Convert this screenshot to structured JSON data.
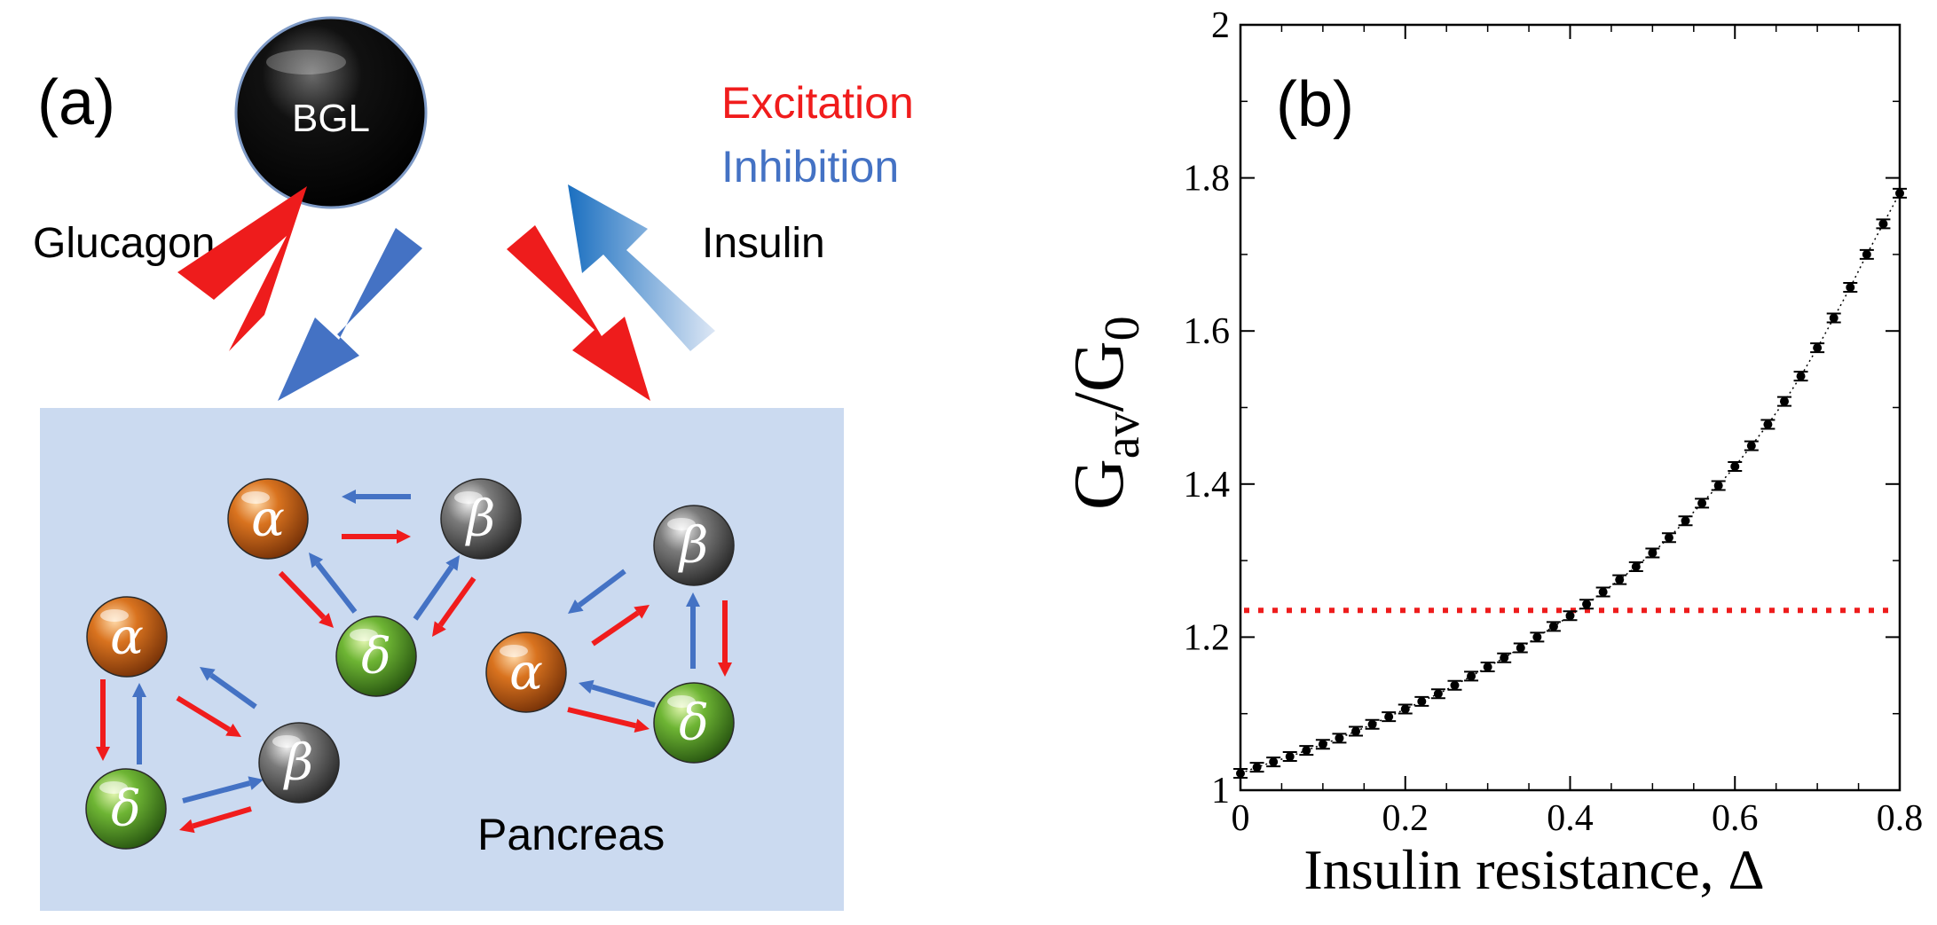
{
  "panel_a": {
    "label": "(a)",
    "bgl_label": "BGL",
    "legend": {
      "excitation": "Excitation",
      "inhibition": "Inhibition",
      "excitation_color": "#f01c1c",
      "inhibition_color": "#4472c4"
    },
    "hormones": {
      "left": "Glucagon",
      "right": "Insulin"
    },
    "pancreas_label": "Pancreas",
    "pancreas_bg_color": "#cbdaf0",
    "cells": [
      {
        "symbol": "α",
        "type": "alpha",
        "color": "#c25a14"
      },
      {
        "symbol": "β",
        "type": "beta",
        "color": "#6a6a6a"
      },
      {
        "symbol": "δ",
        "type": "delta",
        "color": "#5aa02c"
      },
      {
        "symbol": "α",
        "type": "alpha",
        "color": "#c25a14"
      },
      {
        "symbol": "δ",
        "type": "delta",
        "color": "#5aa02c"
      },
      {
        "symbol": "β",
        "type": "beta",
        "color": "#6a6a6a"
      },
      {
        "symbol": "β",
        "type": "beta",
        "color": "#6a6a6a"
      },
      {
        "symbol": "α",
        "type": "alpha",
        "color": "#c25a14"
      },
      {
        "symbol": "δ",
        "type": "delta",
        "color": "#5aa02c"
      }
    ]
  },
  "panel_b": {
    "label": "(b)",
    "xlabel": "Insulin resistance, Δ",
    "ylabel_main": "G",
    "ylabel_sub1": "av",
    "ylabel_mid": "/G",
    "ylabel_sub2": "0"
  },
  "chart_data": {
    "type": "scatter",
    "x": [
      0.0,
      0.02,
      0.04,
      0.06,
      0.08,
      0.1,
      0.12,
      0.14,
      0.16,
      0.18,
      0.2,
      0.22,
      0.24,
      0.26,
      0.28,
      0.3,
      0.32,
      0.34,
      0.36,
      0.38,
      0.4,
      0.42,
      0.44,
      0.46,
      0.48,
      0.5,
      0.52,
      0.54,
      0.56,
      0.58,
      0.6,
      0.62,
      0.64,
      0.66,
      0.68,
      0.7,
      0.72,
      0.74,
      0.76,
      0.78,
      0.8
    ],
    "series": [
      {
        "values": [
          1.022,
          1.03,
          1.037,
          1.044,
          1.052,
          1.06,
          1.068,
          1.077,
          1.086,
          1.096,
          1.106,
          1.116,
          1.126,
          1.137,
          1.149,
          1.161,
          1.173,
          1.186,
          1.2,
          1.214,
          1.228,
          1.243,
          1.259,
          1.275,
          1.292,
          1.31,
          1.33,
          1.352,
          1.375,
          1.398,
          1.423,
          1.45,
          1.478,
          1.508,
          1.541,
          1.578,
          1.617,
          1.657,
          1.7,
          1.74,
          1.78
        ],
        "color": "#000000"
      }
    ],
    "reference_line": {
      "y": 1.235,
      "color": "#ee1c1c",
      "style": "dotted"
    },
    "xlim": [
      0,
      0.8
    ],
    "ylim": [
      1,
      2
    ],
    "xticks": [
      0,
      0.2,
      0.4,
      0.6,
      0.8
    ],
    "xtick_labels": [
      "0",
      "0.2",
      "0.4",
      "0.6",
      "0.8"
    ],
    "yticks": [
      1,
      1.2,
      1.4,
      1.6,
      1.8,
      2
    ],
    "ytick_labels": [
      "1",
      "1.2",
      "1.4",
      "1.6",
      "1.8",
      "2"
    ],
    "xlabel": "Insulin resistance, Δ",
    "ylabel": "Gav/G0",
    "grid": false
  }
}
